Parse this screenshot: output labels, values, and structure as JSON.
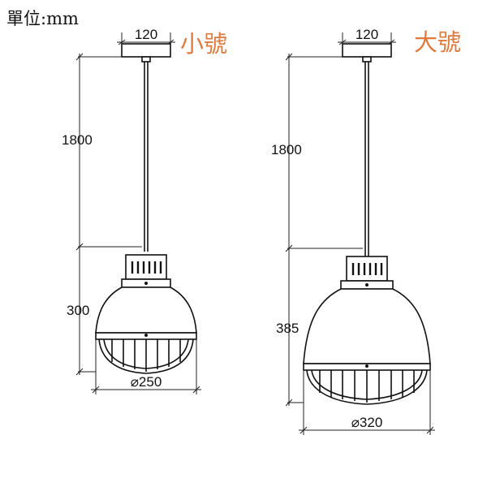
{
  "unit_label": "單位:mm",
  "colors": {
    "accent": "#e07a3c",
    "line": "#111111"
  },
  "small": {
    "label": "小號",
    "canopy_width": "120",
    "cord_length": "1800",
    "shade_height": "300",
    "diameter": "⌀250"
  },
  "large": {
    "label": "大號",
    "canopy_width": "120",
    "cord_length": "1800",
    "shade_height": "385",
    "diameter": "⌀320"
  }
}
